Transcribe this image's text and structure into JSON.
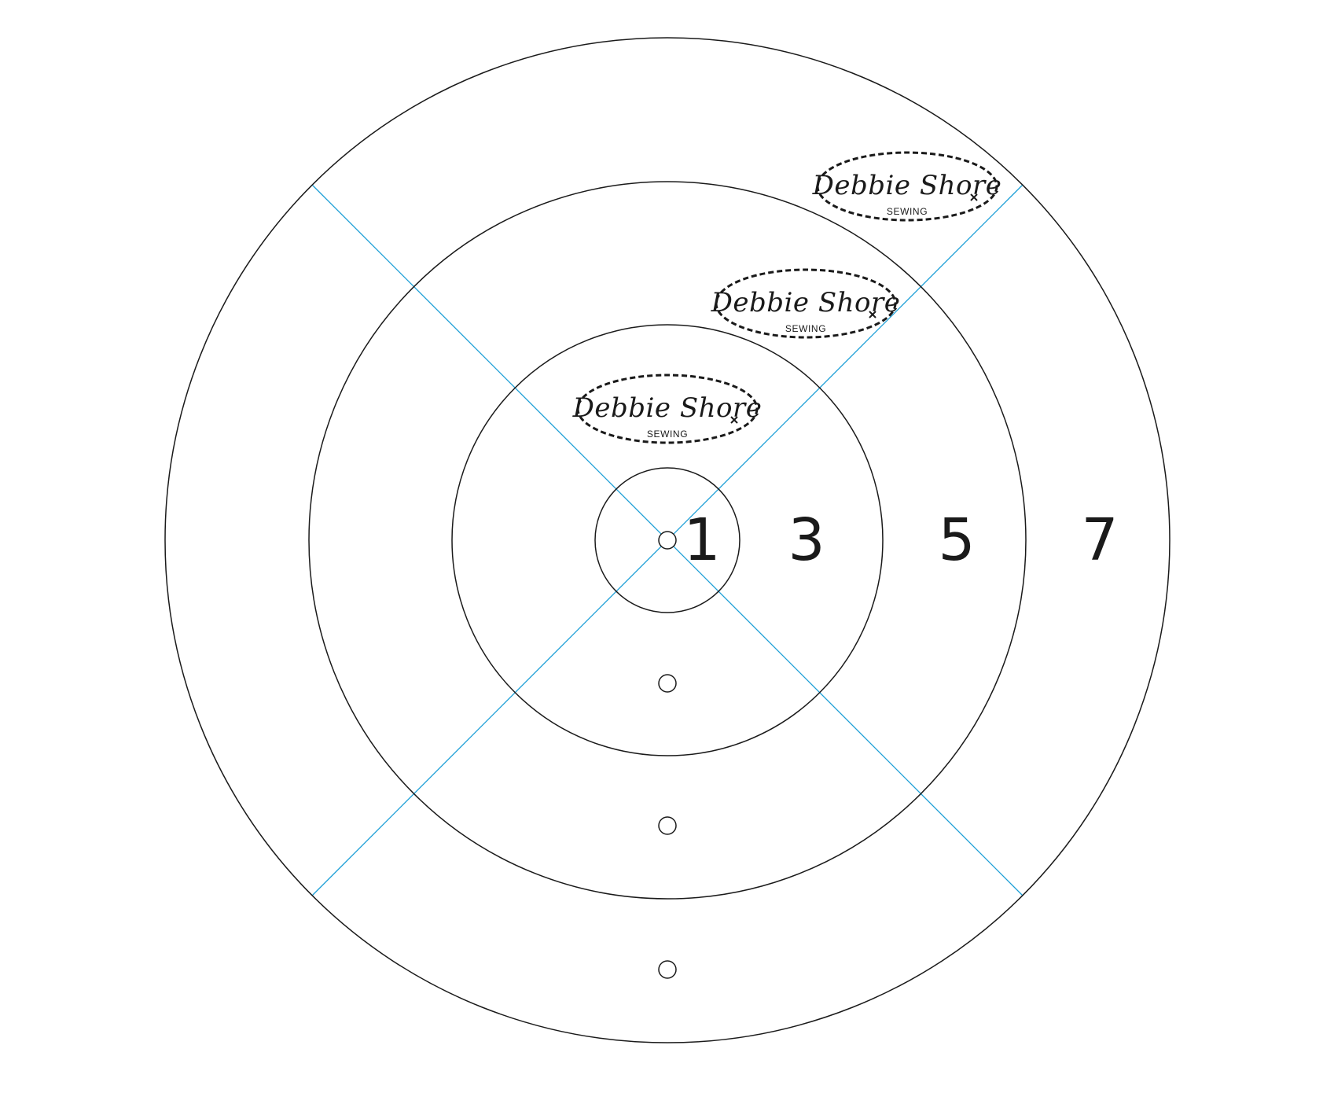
{
  "template": {
    "size_labels": [
      "1",
      "3",
      "5",
      "7"
    ],
    "brand": {
      "name": "Debbie Shore",
      "tagline": "SEWING"
    },
    "colors": {
      "ring_stroke": "#1a1a1a",
      "guide_line": "#1a9ed6",
      "background": "#ffffff"
    }
  }
}
